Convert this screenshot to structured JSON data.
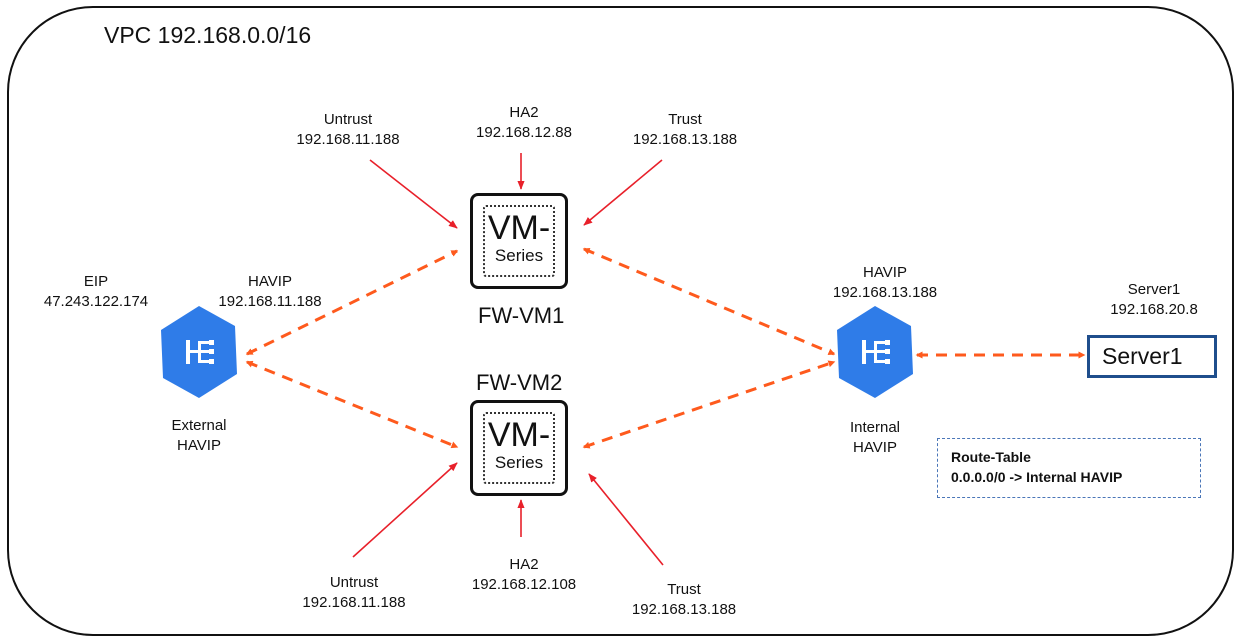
{
  "vpc": {
    "title": "VPC 192.168.0.0/16"
  },
  "fw1": {
    "name": "FW-VM1",
    "chip_line1": "VM-",
    "chip_line2": "Series",
    "untrust": {
      "label": "Untrust",
      "ip": "192.168.11.188"
    },
    "ha2": {
      "label": "HA2",
      "ip": "192.168.12.88"
    },
    "trust": {
      "label": "Trust",
      "ip": "192.168.13.188"
    }
  },
  "fw2": {
    "name": "FW-VM2",
    "chip_line1": "VM-",
    "chip_line2": "Series",
    "untrust": {
      "label": "Untrust",
      "ip": "192.168.11.188"
    },
    "ha2": {
      "label": "HA2",
      "ip": "192.168.12.108"
    },
    "trust": {
      "label": "Trust",
      "ip": "192.168.13.188"
    }
  },
  "external": {
    "eip_label": "EIP",
    "eip_ip": "47.243.122.174",
    "havip_label": "HAVIP",
    "havip_ip": "192.168.11.188",
    "caption_line1": "External",
    "caption_line2": "HAVIP"
  },
  "internal": {
    "havip_label": "HAVIP",
    "havip_ip": "192.168.13.188",
    "caption_line1": "Internal",
    "caption_line2": "HAVIP"
  },
  "server": {
    "label": "Server1",
    "ip": "192.168.20.8",
    "box_text": "Server1"
  },
  "route_table": {
    "title": "Route-Table",
    "rule": "0.0.0.0/0 -> Internal HAVIP"
  },
  "colors": {
    "traffic_arrow": "#fe5a1d",
    "interface_arrow": "#e8202a",
    "havip_icon": "#2f7ce8",
    "server_border": "#1f4e8c",
    "route_border": "#4a76b8"
  },
  "icons": {
    "havip": "load-balancer-hexagon-icon"
  }
}
